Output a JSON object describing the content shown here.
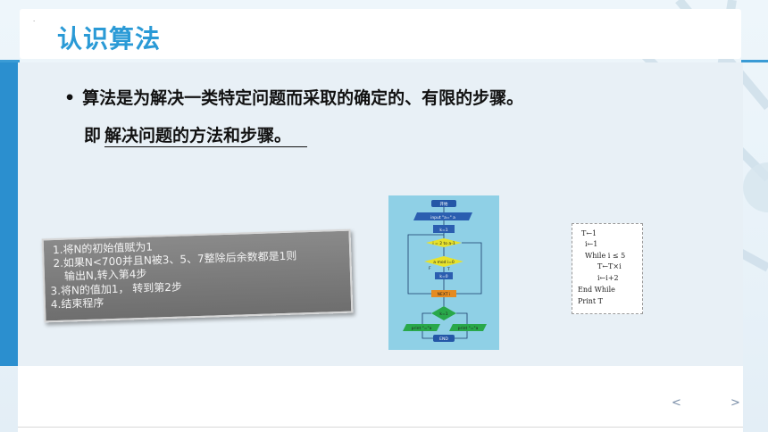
{
  "slide": {
    "title_mark": ".",
    "title": "认识算法",
    "bullet": "•",
    "definition_line": "算法是为解决一类特定问题而采取的确定的、有限的步骤。",
    "sub_prefix": "即",
    "sub_underlined": "解决问题的方法和步骤。"
  },
  "steps_image": {
    "steps": [
      "1.将N的初始值赋为1",
      "2.如果N<700并且N被3、5、7整除后余数都是1则",
      "输出N,转入第4步",
      "3.将N的值加1， 转到第2步",
      "4.结束程序"
    ]
  },
  "flowchart": {
    "start": "开始",
    "input": "input \"a=\"  a",
    "init": "k=1",
    "loop": "i = 2 to a-1",
    "condition": "a mod i=0",
    "assign": "k=0",
    "next": "NEXT i",
    "check": "k=1",
    "out_true": "print \"=\"a",
    "out_false": "print \"=\"a",
    "end": "END",
    "t_label": "T",
    "f_label": "F"
  },
  "pseudocode": {
    "lines": [
      "T←1",
      "i←1",
      "While  i ≤ 5",
      "T←T×i",
      "i←i+2",
      "End   While",
      "Print   T"
    ]
  },
  "nav": {
    "prev": "<",
    "next": ">"
  },
  "colors": {
    "accent": "#2a9ad6",
    "sidebar": "#2b8fcf",
    "content_bg": "#e8f0f6"
  }
}
